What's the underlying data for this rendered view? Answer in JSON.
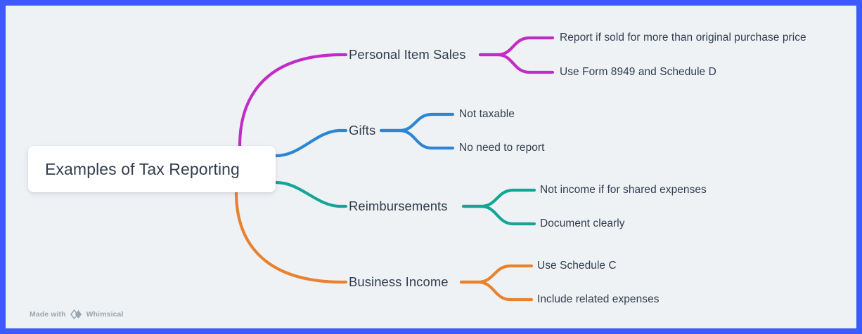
{
  "canvas": {
    "border_color": "#3d5afe",
    "background_color": "#eef2f5",
    "text_color": "#313e4e"
  },
  "root": {
    "label": "Examples of Tax Reporting"
  },
  "branches": [
    {
      "id": "personal-item-sales",
      "label": "Personal Item Sales",
      "color": "#c22cc4",
      "children": [
        {
          "id": "report-if-sold",
          "label": "Report if sold for more than original purchase price"
        },
        {
          "id": "use-form-8949",
          "label": "Use Form 8949 and Schedule D"
        }
      ]
    },
    {
      "id": "gifts",
      "label": "Gifts",
      "color": "#2c86d4",
      "children": [
        {
          "id": "not-taxable",
          "label": "Not taxable"
        },
        {
          "id": "no-need-to-report",
          "label": "No need to report"
        }
      ]
    },
    {
      "id": "reimbursements",
      "label": "Reimbursements",
      "color": "#14a597",
      "children": [
        {
          "id": "not-income-shared-expenses",
          "label": "Not income if for shared expenses"
        },
        {
          "id": "document-clearly",
          "label": "Document clearly"
        }
      ]
    },
    {
      "id": "business-income",
      "label": "Business Income",
      "color": "#e8822e",
      "children": [
        {
          "id": "use-schedule-c",
          "label": "Use Schedule C"
        },
        {
          "id": "include-related-expenses",
          "label": "Include related expenses"
        }
      ]
    }
  ],
  "watermark": {
    "prefix": "Made with",
    "brand": "Whimsical",
    "logo_icon": "whimsical-diamond-icon"
  }
}
